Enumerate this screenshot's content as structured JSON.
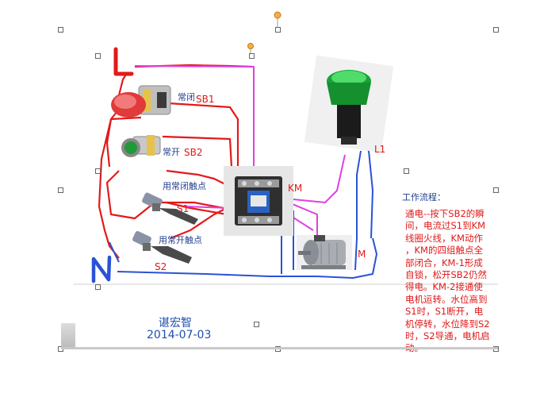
{
  "labels": {
    "L": "L",
    "N": "N",
    "SB1_cn": "常闭",
    "SB1": "SB1",
    "SB2_cn": "常开",
    "SB2": "SB2",
    "S1_cn": "用常闭触点",
    "S1": "S1",
    "S2_cn": "用常开触点",
    "S2": "S2",
    "KM": "KM",
    "L1": "L1",
    "M": "M"
  },
  "process": {
    "title": "工作流程：",
    "body": "通电--按下SB2的瞬\n间，电流过S1到KM\n线圈火线，KM动作\n，KM的四组触点全\n部闭合，KM-1形成\n自锁，松开SB2仍然\n得电。KM-2接通使\n电机运转。水位高到\nS1时，S1断开，电\n机停转，水位降到S2\n时，S2导通，电机启\n动。"
  },
  "footer": {
    "author": "谌宏智",
    "date": "2014-07-03"
  },
  "colors": {
    "wire_red": "#e21a1a",
    "wire_magenta": "#e040e0",
    "wire_blue": "#2a52d6",
    "label_blue": "#1f3f8f",
    "text_red": "#e01818"
  },
  "icons": [
    "red-stop-button",
    "green-push-button",
    "float-switch",
    "contactor",
    "green-indicator-lamp",
    "motor"
  ]
}
